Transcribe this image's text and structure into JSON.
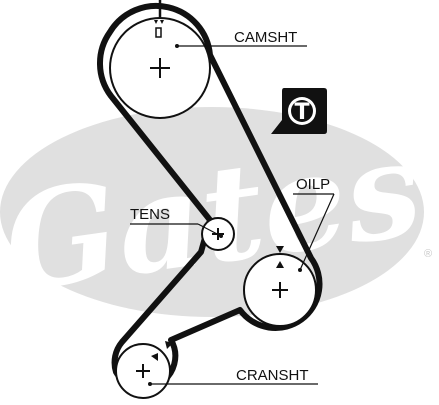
{
  "diagram": {
    "labels": {
      "camshaft": "CAMSHT",
      "oil_pump": "OILP",
      "tensioner": "TENS",
      "crankshaft": "CRANSHT"
    },
    "badge_letter": "T",
    "watermark": {
      "brand": "Gates",
      "registered_mark": "®"
    },
    "colors": {
      "belt": "#111111",
      "watermark": "#e0e0e0",
      "badge": "#111111",
      "badge_text": "#ffffff"
    }
  }
}
